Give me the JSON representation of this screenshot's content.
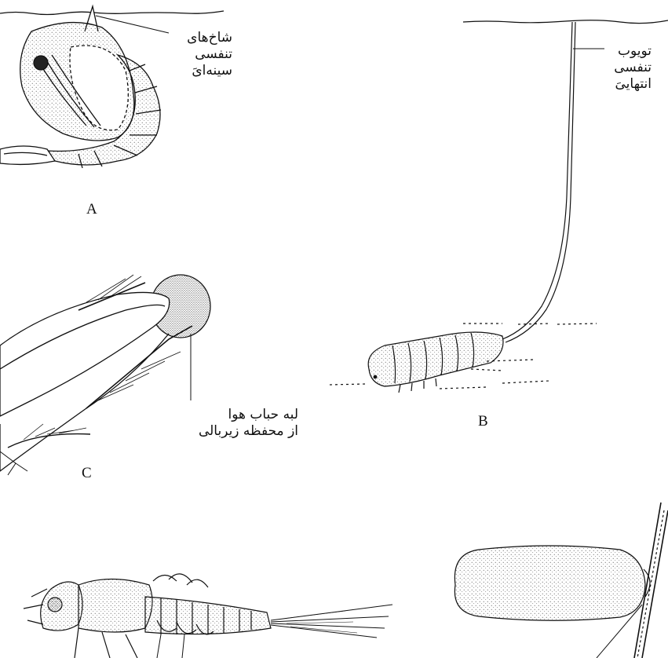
{
  "panels": {
    "a": {
      "letter": "A",
      "label": [
        "شاخ‌های",
        "تنفسی",
        "سینه‌ایَ"
      ]
    },
    "b": {
      "letter": "B",
      "label": [
        "تویوب",
        "تنفسی",
        "انتهاییَ"
      ]
    },
    "c": {
      "letter": "C",
      "label": [
        "لبه حباب هوا",
        "از محفظه زیربالی"
      ]
    }
  }
}
